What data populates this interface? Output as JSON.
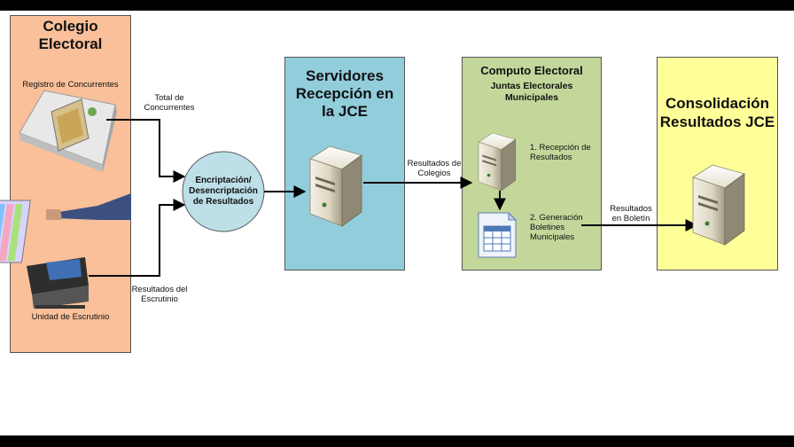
{
  "colegio": {
    "title": "Colegio Electoral",
    "registro_label": "Registro de Concurrentes",
    "unidad_label": "Unidad de Escrutinio",
    "fill": "#f9c09a"
  },
  "flows": {
    "total": "Total de Concurrentes",
    "resultados_escrutinio": "Resultados del Escrutinio",
    "resultados_colegios": "Resultados de Colegios",
    "resultados_boletin": "Resultados en Boletín"
  },
  "encriptacion": {
    "label": "Encriptación/ Desencriptación de Resultados",
    "fill": "#bde0e8"
  },
  "servidores": {
    "title": "Servidores Recepción en la JCE",
    "fill": "#92cddc"
  },
  "computo": {
    "title": "Computo Electoral",
    "subtitle": "Juntas Electorales Municipales",
    "step1": "1. Recepción de Resultados",
    "step2": "2. Generación Boletines Municipales",
    "fill": "#c4d79b"
  },
  "consolidacion": {
    "title": "Consolidación Resultados JCE",
    "fill": "#ffff99"
  },
  "icons": [
    "tablet-device-icon",
    "scanner-device-icon",
    "server-icon",
    "spreadsheet-document-icon"
  ]
}
